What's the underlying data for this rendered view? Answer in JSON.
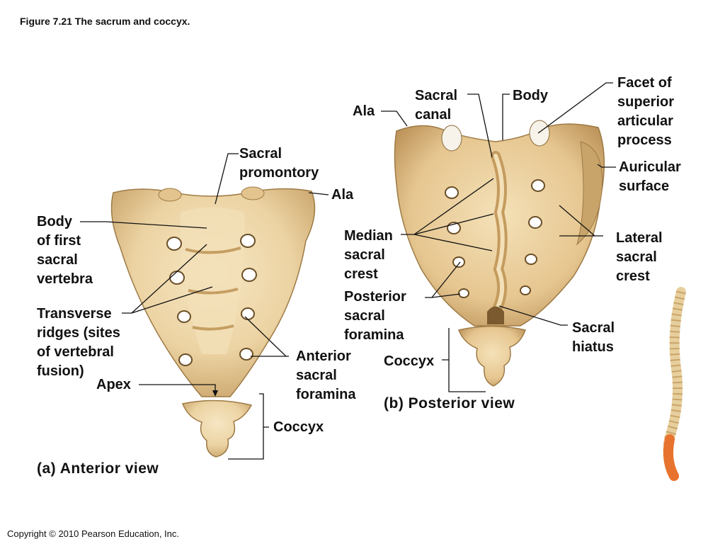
{
  "figure_title": "Figure 7.21  The sacrum and coccyx.",
  "copyright": "Copyright © 2010 Pearson Education, Inc.",
  "anterior": {
    "view_label": "(a) Anterior view",
    "labels": {
      "sacral_promontory": "Sacral\npromontory",
      "ala": "Ala",
      "body_first_vertebra": "Body\nof first\nsacral\nvertebra",
      "transverse_ridges": "Transverse\nridges (sites\nof vertebral\nfusion)",
      "apex": "Apex",
      "anterior_foramina": "Anterior\nsacral\nforamina",
      "coccyx": "Coccyx"
    }
  },
  "posterior": {
    "view_label": "(b) Posterior view",
    "labels": {
      "ala": "Ala",
      "sacral_canal": "Sacral\ncanal",
      "body": "Body",
      "facet": "Facet of\nsuperior\narticular\nprocess",
      "auricular": "Auricular\nsurface",
      "median_crest": "Median\nsacral\ncrest",
      "lateral_crest": "Lateral\nsacral\ncrest",
      "posterior_foramina": "Posterior\nsacral\nforamina",
      "sacral_hiatus": "Sacral\nhiatus",
      "coccyx": "Coccyx"
    }
  },
  "colors": {
    "bone": "#ecd3a3",
    "bone_shadow": "#c9a46a",
    "bone_outline": "#9d7a45",
    "spine_highlight": "#e8732e"
  }
}
